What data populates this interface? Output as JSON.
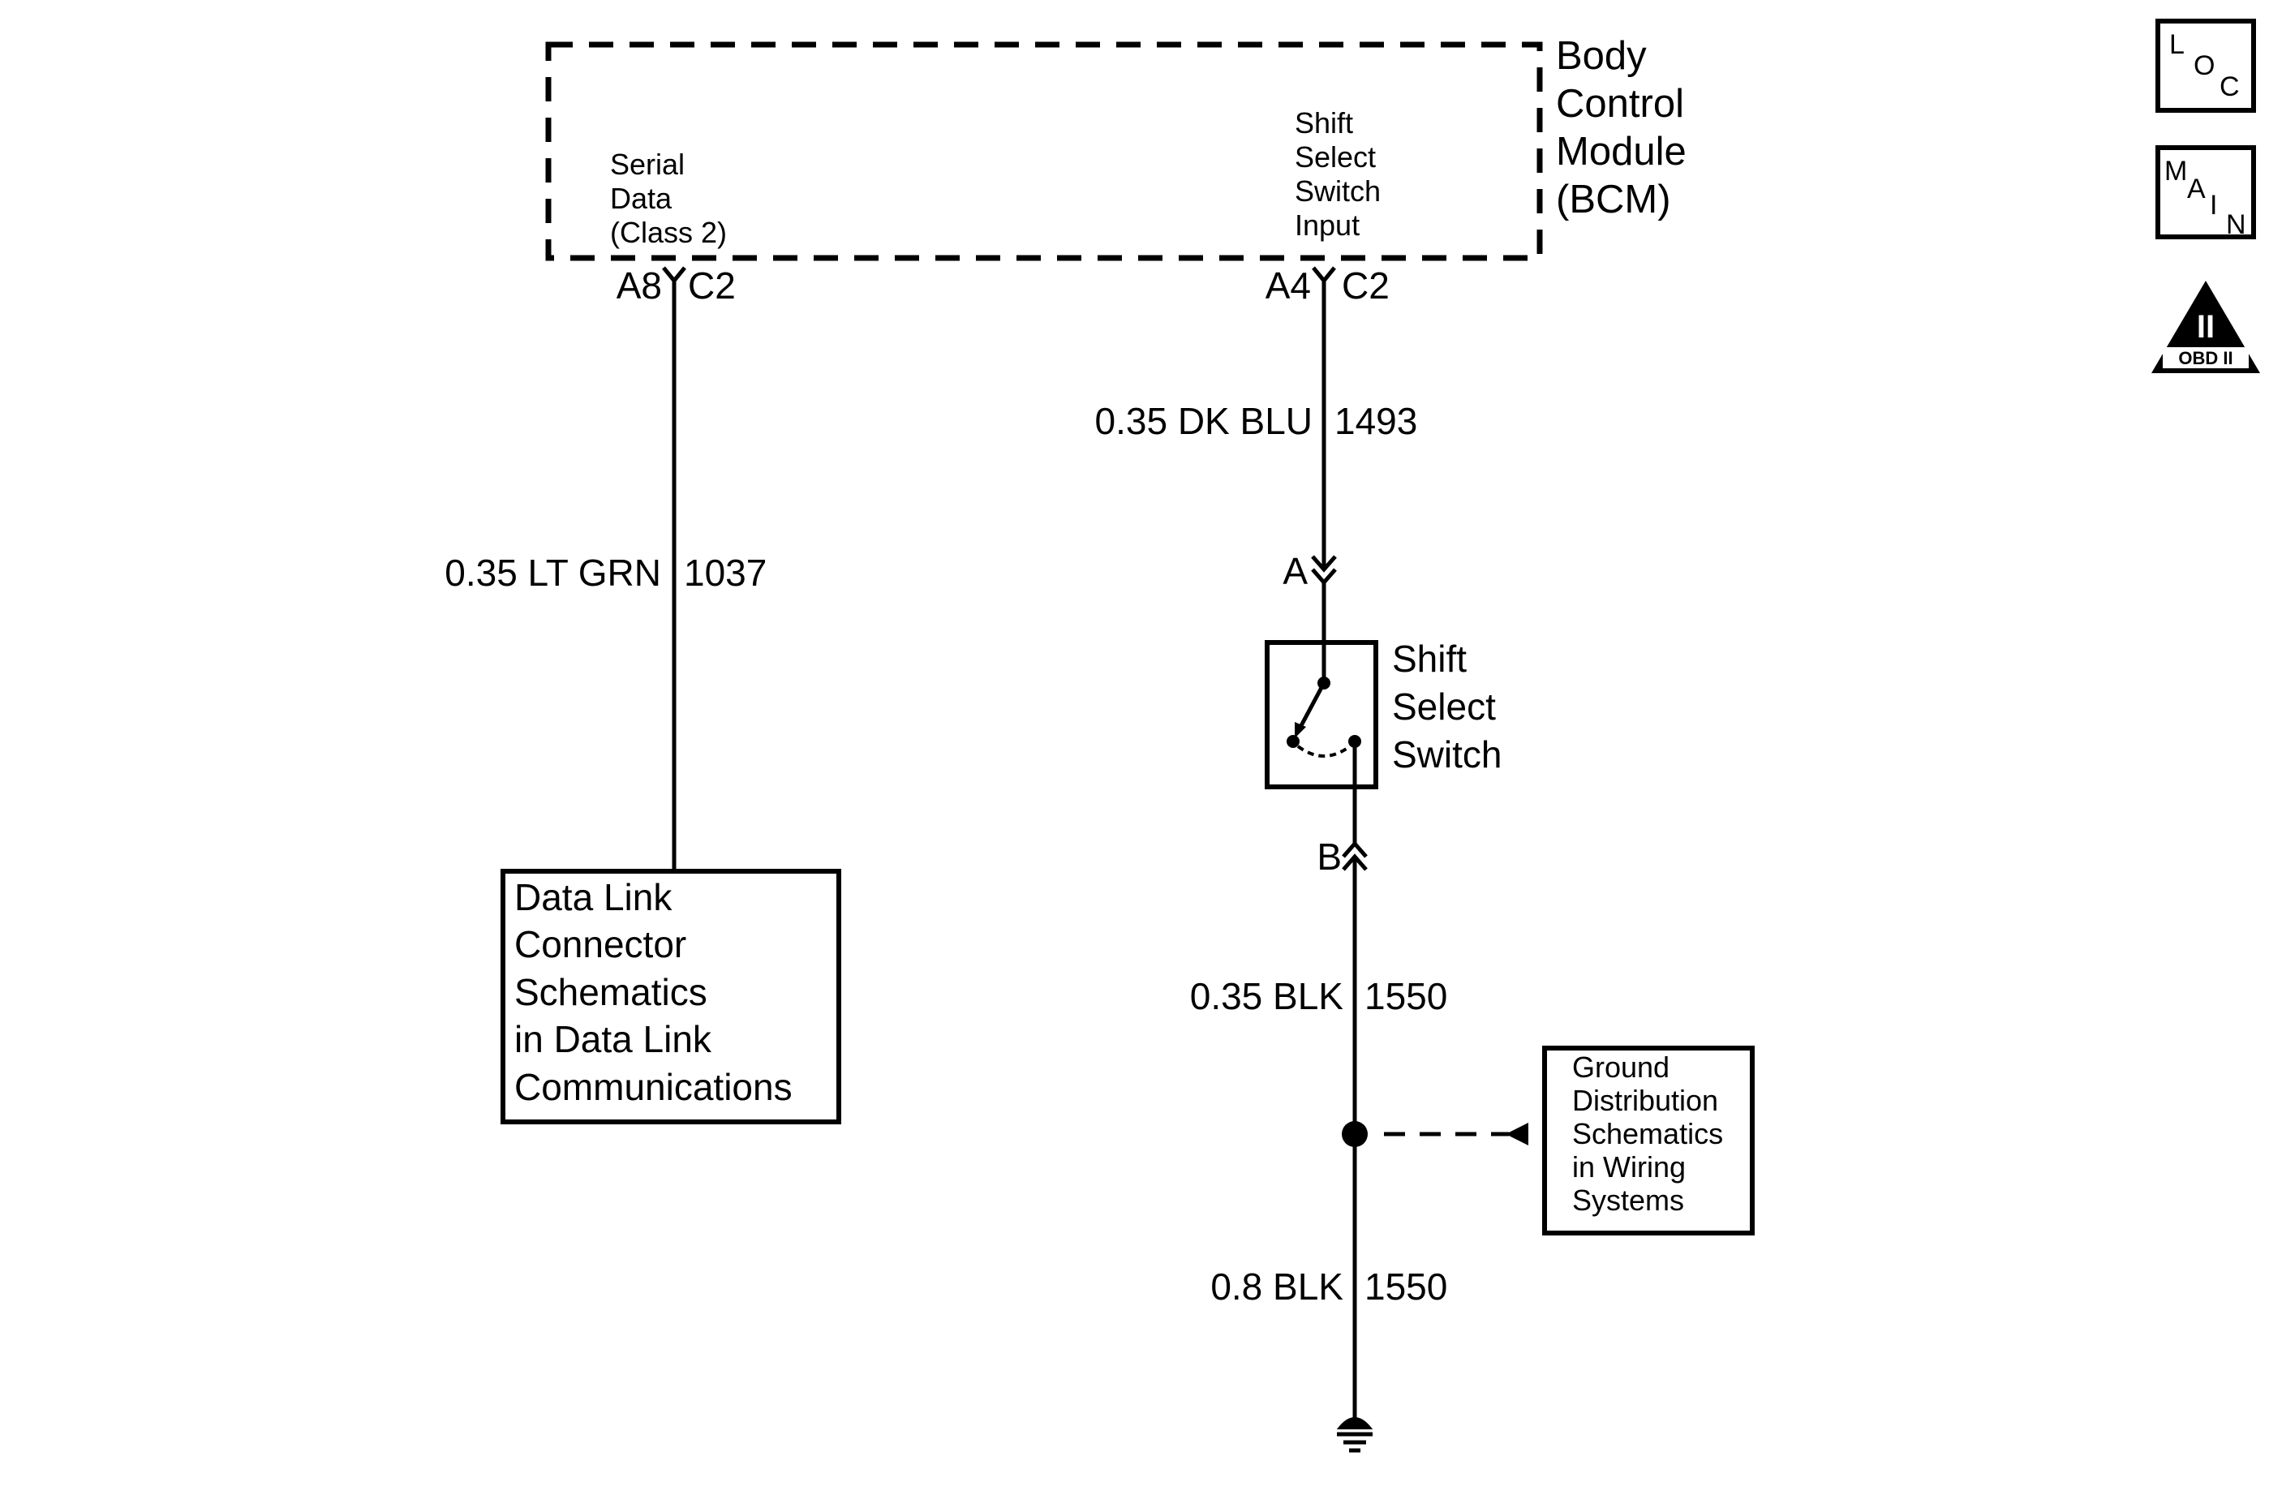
{
  "bcm": {
    "title_lines": [
      "Body",
      "Control",
      "Module",
      "(BCM)"
    ],
    "serial_data_lines": [
      "Serial",
      "Data",
      "(Class 2)"
    ],
    "shift_input_lines": [
      "Shift",
      "Select",
      "Switch",
      "Input"
    ],
    "pin_serial": "A8",
    "pin_serial_conn": "C2",
    "pin_shift": "A4",
    "pin_shift_conn": "C2"
  },
  "wires": {
    "serial": {
      "label": "0.35 LT GRN",
      "circuit": "1037",
      "color": "LT GRN"
    },
    "shift_input": {
      "label": "0.35 DK BLU",
      "circuit": "1493",
      "color": "DK BLU"
    },
    "switch_ground": {
      "label": "0.35 BLK",
      "circuit": "1550",
      "color": "BLK"
    },
    "ground": {
      "label": "0.8 BLK",
      "circuit": "1550",
      "color": "BLK"
    }
  },
  "switch": {
    "title_lines": [
      "Shift",
      "Select",
      "Switch"
    ],
    "terminal_a": "A",
    "terminal_b": "B"
  },
  "dlc_box": {
    "lines": [
      "Data Link",
      "Connector",
      "Schematics",
      "in Data Link",
      "Communications"
    ]
  },
  "ground_box": {
    "lines": [
      "Ground",
      "Distribution",
      "Schematics",
      "in Wiring",
      "Systems"
    ]
  },
  "icons": {
    "loc": {
      "name": "loc-icon",
      "letters": [
        "L",
        "O",
        "C"
      ]
    },
    "main": {
      "name": "main-icon",
      "letters": [
        "M",
        "A",
        "I",
        "N"
      ]
    },
    "obd": {
      "name": "obd-ii-icon",
      "numeral": "II",
      "label": "OBD II"
    }
  }
}
